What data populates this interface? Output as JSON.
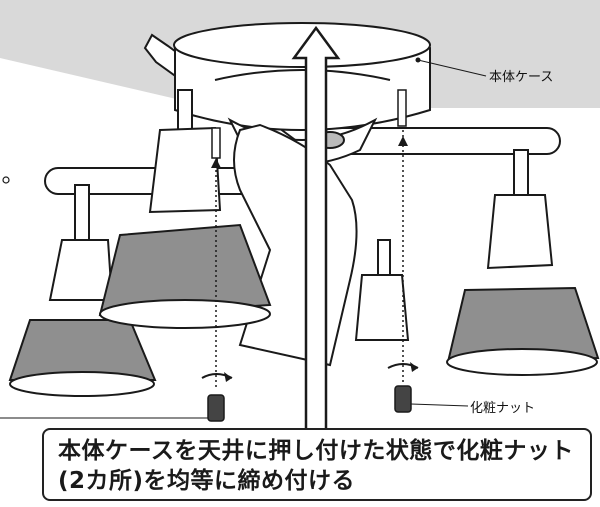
{
  "labels": {
    "body_case": "本体ケース",
    "decorative_nut": "化粧ナット"
  },
  "caption": {
    "line1": "本体ケースを天井に押し付けた状態で化粧ナット",
    "line2": "(2カ所)を均等に締め付ける"
  },
  "colors": {
    "ceiling": "#d9d9d9",
    "shade": "#8f8f8f",
    "outline": "#1a1a1a",
    "arrow": "#ffffff"
  },
  "icons": [
    "ceiling-light-fixture-illustration",
    "upward-arrow-icon",
    "hand-illustration",
    "rotate-arrow-icon",
    "screw-icon",
    "decorative-nut-icon"
  ]
}
